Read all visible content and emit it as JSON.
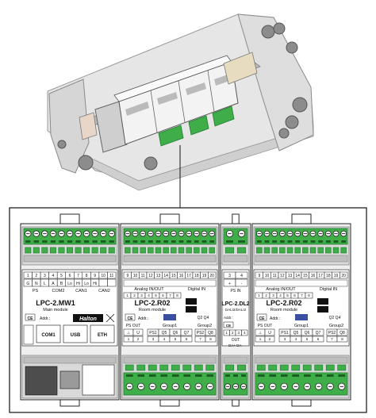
{
  "colors": {
    "terminal_green": "#3fae49",
    "terminal_dark_green": "#1f7a2e",
    "frame_grey": "#d9d9d9",
    "housing_light": "#efefef",
    "outline": "#111111",
    "screw_slot": "#222222",
    "port_blue": "#3b4fa0"
  },
  "modules": [
    {
      "id": "main",
      "title": "LPC-2.MW1",
      "subtitle": "Main module",
      "addr": "Addr.:",
      "brand": "Halton",
      "top_numbers": [
        "1",
        "2",
        "3",
        "4",
        "5",
        "6",
        "7",
        "8",
        "9",
        "10",
        "11"
      ],
      "top_labels": [
        "G",
        "N",
        "L",
        "A",
        "B",
        "Lo",
        "Hi",
        "Lo",
        "Hi"
      ],
      "group_labels": [
        "PS",
        "COM2",
        "CAN1",
        "CAN2"
      ],
      "port_labels": [
        "COM1",
        "USB",
        "ETH"
      ]
    },
    {
      "id": "room1",
      "title": "LPC-2.R02",
      "subtitle": "Room module",
      "addr": "Addr.:",
      "top_numbers": [
        "9",
        "10",
        "11",
        "12",
        "13",
        "14",
        "15",
        "16",
        "17",
        "18",
        "19",
        "20"
      ],
      "section_labels": [
        "Analog IN/OUT",
        "Digital IN"
      ],
      "mid_numbers": [
        "1",
        "2",
        "3",
        "4",
        "5",
        "6",
        "7",
        "8"
      ],
      "output_labels": [
        "Q2",
        "Q4"
      ],
      "ps_out": "PS OUT",
      "ps_out_labels": [
        "⊥",
        "U"
      ],
      "ps_out_numbers": [
        "1",
        "2"
      ],
      "group1": "Group1",
      "group1_labels": [
        "PS1",
        "Q5",
        "Q6",
        "Q7"
      ],
      "group1_numbers": [
        "3",
        "4",
        "5",
        "6"
      ],
      "group2": "Group2",
      "group2_labels": [
        "PS2",
        "Q8"
      ],
      "group2_numbers": [
        "7",
        "8"
      ]
    },
    {
      "id": "dali",
      "title": "LPC-2.DL2",
      "subtitle": "DALI2/DALI2",
      "addr": "Addr.:",
      "top_numbers": [
        "3",
        "4"
      ],
      "ps_in": "PS IN",
      "out_label": "OUT",
      "out_pins": "DA+ DA-"
    },
    {
      "id": "room2",
      "title": "LPC-2.R02",
      "subtitle": "Room module",
      "addr": "Addr.:",
      "top_numbers": [
        "9",
        "10",
        "11",
        "12",
        "13",
        "14",
        "15",
        "16",
        "17",
        "18",
        "19",
        "20"
      ],
      "section_labels": [
        "Analog IN/OUT",
        "Digital IN"
      ],
      "mid_numbers": [
        "1",
        "2",
        "3",
        "4",
        "5",
        "6",
        "7",
        "8"
      ],
      "output_labels": [
        "Q2",
        "Q4"
      ],
      "ps_out": "PS OUT",
      "ps_out_labels": [
        "⊥",
        "U"
      ],
      "ps_out_numbers": [
        "1",
        "2"
      ],
      "group1": "Group1",
      "group1_labels": [
        "PS1",
        "Q5",
        "Q6",
        "Q7"
      ],
      "group1_numbers": [
        "3",
        "4",
        "5",
        "6"
      ],
      "group2": "Group2",
      "group2_labels": [
        "PS2",
        "Q8"
      ],
      "group2_numbers": [
        "7",
        "8"
      ]
    }
  ]
}
